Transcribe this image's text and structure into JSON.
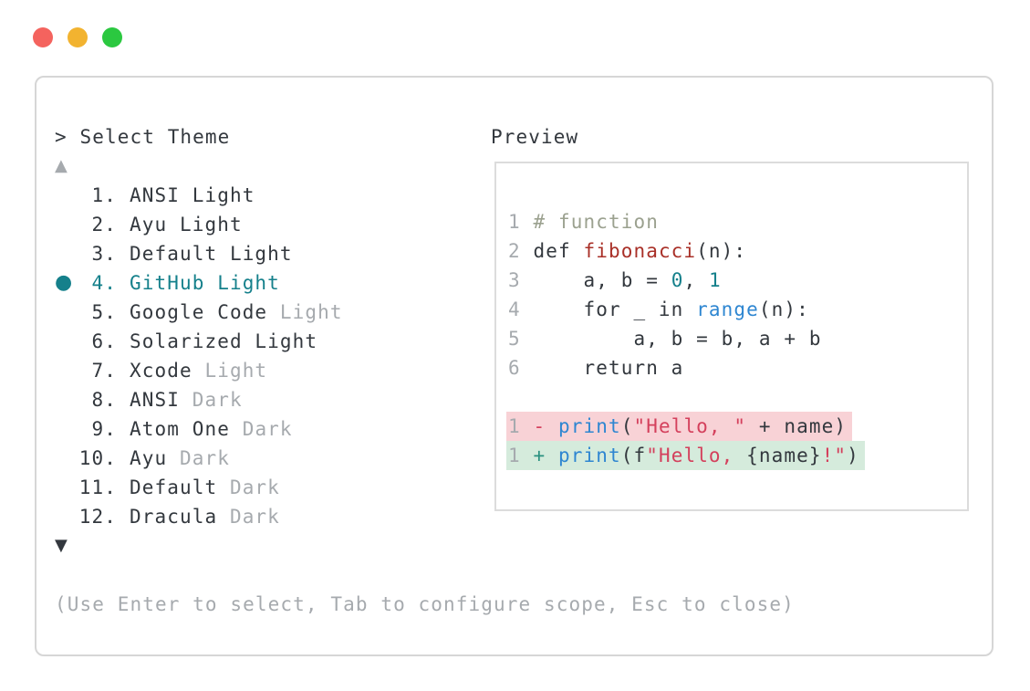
{
  "theme_picker": {
    "prompt": "> Select Theme",
    "scroll_up_indicator": "▲",
    "scroll_down_indicator": "▼",
    "selected_bullet": "●",
    "items": [
      {
        "number": "1.",
        "name": "ANSI Light",
        "suffix": "",
        "selected": false
      },
      {
        "number": "2.",
        "name": "Ayu Light",
        "suffix": "",
        "selected": false
      },
      {
        "number": "3.",
        "name": "Default Light",
        "suffix": "",
        "selected": false
      },
      {
        "number": "4.",
        "name": "GitHub Light",
        "suffix": "",
        "selected": true
      },
      {
        "number": "5.",
        "name": "Google Code",
        "suffix": "Light",
        "selected": false
      },
      {
        "number": "6.",
        "name": "Solarized Light",
        "suffix": "",
        "selected": false
      },
      {
        "number": "7.",
        "name": "Xcode",
        "suffix": "Light",
        "selected": false
      },
      {
        "number": "8.",
        "name": "ANSI",
        "suffix": "Dark",
        "selected": false
      },
      {
        "number": "9.",
        "name": "Atom One",
        "suffix": "Dark",
        "selected": false
      },
      {
        "number": "10.",
        "name": "Ayu",
        "suffix": "Dark",
        "selected": false
      },
      {
        "number": "11.",
        "name": "Default",
        "suffix": "Dark",
        "selected": false
      },
      {
        "number": "12.",
        "name": "Dracula",
        "suffix": "Dark",
        "selected": false
      }
    ],
    "hint": "(Use Enter to select, Tab to configure scope, Esc to close)"
  },
  "preview": {
    "title": "Preview",
    "code_lines": [
      {
        "lineno": "1",
        "bg": null,
        "tokens": [
          [
            "comment",
            "# function"
          ]
        ]
      },
      {
        "lineno": "2",
        "bg": null,
        "tokens": [
          [
            "plain",
            "def "
          ],
          [
            "func",
            "fibonacci"
          ],
          [
            "plain",
            "(n):"
          ]
        ]
      },
      {
        "lineno": "3",
        "bg": null,
        "tokens": [
          [
            "plain",
            "    a, b = "
          ],
          [
            "num",
            "0"
          ],
          [
            "plain",
            ", "
          ],
          [
            "num",
            "1"
          ]
        ]
      },
      {
        "lineno": "4",
        "bg": null,
        "tokens": [
          [
            "plain",
            "    for _ in "
          ],
          [
            "builtin",
            "range"
          ],
          [
            "plain",
            "(n):"
          ]
        ]
      },
      {
        "lineno": "5",
        "bg": null,
        "tokens": [
          [
            "plain",
            "        a, b = b, a + b"
          ]
        ]
      },
      {
        "lineno": "6",
        "bg": null,
        "tokens": [
          [
            "plain",
            "    return a"
          ]
        ]
      },
      {
        "lineno": "",
        "bg": null,
        "tokens": []
      },
      {
        "lineno": "1",
        "bg": "removed",
        "tokens": [
          [
            "removedSign",
            "- "
          ],
          [
            "builtin",
            "print"
          ],
          [
            "plain",
            "("
          ],
          [
            "string",
            "\"Hello, \""
          ],
          [
            "plain",
            " + name)"
          ]
        ]
      },
      {
        "lineno": "1",
        "bg": "added",
        "tokens": [
          [
            "addedSign",
            "+ "
          ],
          [
            "builtin",
            "print"
          ],
          [
            "plain",
            "(f"
          ],
          [
            "string",
            "\"Hello, "
          ],
          [
            "plain",
            "{name}"
          ],
          [
            "string",
            "!\""
          ],
          [
            "plain",
            ")"
          ]
        ]
      }
    ]
  },
  "colors": {
    "text-dark": "#33383e",
    "text-gray": "#a6aaae",
    "accent-teal": "#15808b",
    "comment": "#9ba18f",
    "func-red": "#a93028",
    "string-crimson": "#d4405c",
    "builtin-blue": "#2e86d1",
    "added-teal": "#2a9180",
    "removed-bg": "#f8d2d6",
    "added-bg": "#d5ebdc",
    "panel-border": "#d6d6d6",
    "preview-border": "#dcdcdc",
    "light-red": "#f4635e",
    "light-yellow": "#f2b330",
    "light-green": "#2bc840"
  }
}
